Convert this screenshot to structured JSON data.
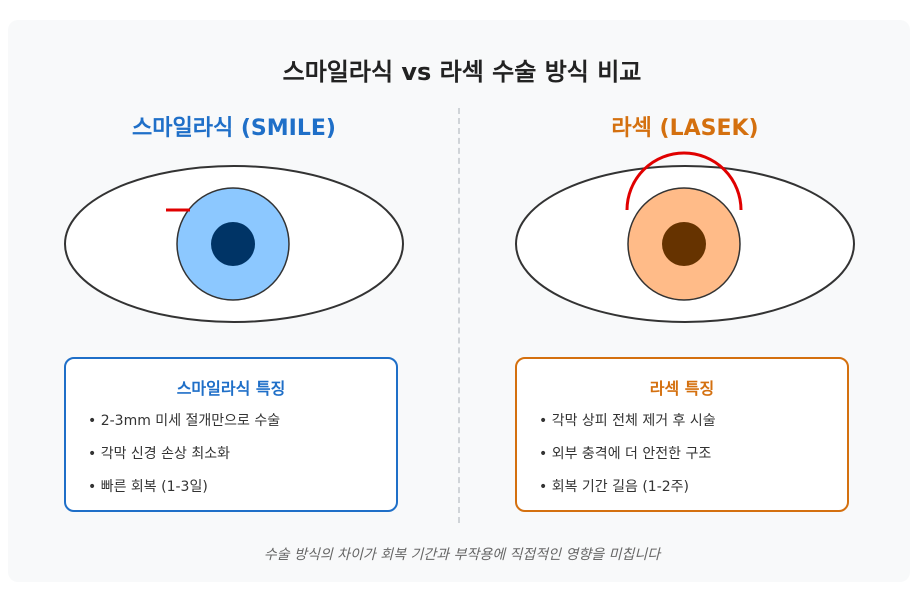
{
  "title": "스마일라식 vs 라섹 수술 방식 비교",
  "left": {
    "heading": "스마일라식 (SMILE)",
    "box_title": "스마일라식 특징",
    "items": [
      "2-3mm 미세 절개만으로 수술",
      "각막 신경 손상 최소화",
      "빠른 회복 (1-3일)"
    ],
    "accent_color": "#1f6fc8",
    "iris_color": "#8cc8ff",
    "pupil_color": "#003466"
  },
  "right": {
    "heading": "라섹 (LASEK)",
    "box_title": "라섹 특징",
    "items": [
      "각막 상피 전체 제거 후 시술",
      "외부 충격에 더 안전한 구조",
      "회복 기간 길음 (1-2주)"
    ],
    "accent_color": "#d4700f",
    "iris_color": "#ffbb88",
    "pupil_color": "#663300"
  },
  "incision_color": "#e00000",
  "caption": "수술 방식의 차이가 회복 기간과 부작용에 직접적인 영향을 미칩니다"
}
